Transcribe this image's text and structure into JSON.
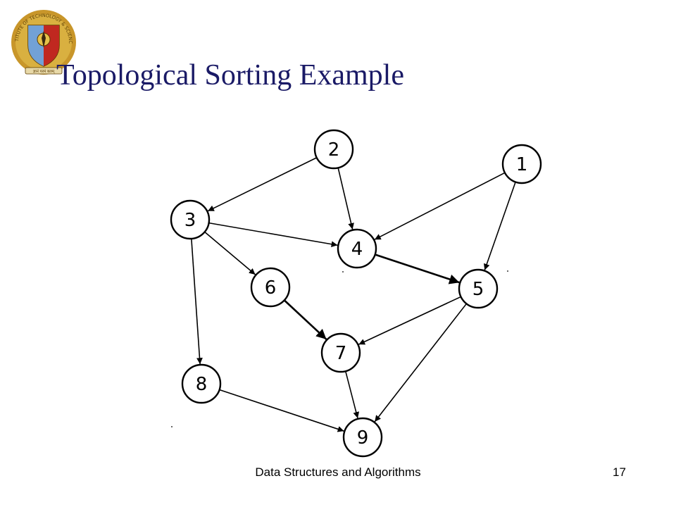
{
  "slide": {
    "title": "Topological Sorting Example",
    "footer": "Data Structures and Algorithms",
    "page_number": "17"
  },
  "logo": {
    "text_top": "BIRLA INSTITUTE OF TECHNOLOGY & SCIENCE, PILANI",
    "motto": "ज्ञानं परमं बलम्"
  },
  "graph": {
    "nodes": [
      {
        "id": "1",
        "label": "1"
      },
      {
        "id": "2",
        "label": "2"
      },
      {
        "id": "3",
        "label": "3"
      },
      {
        "id": "4",
        "label": "4"
      },
      {
        "id": "5",
        "label": "5"
      },
      {
        "id": "6",
        "label": "6"
      },
      {
        "id": "7",
        "label": "7"
      },
      {
        "id": "8",
        "label": "8"
      },
      {
        "id": "9",
        "label": "9"
      }
    ],
    "edges": [
      {
        "from": "2",
        "to": "3"
      },
      {
        "from": "2",
        "to": "4"
      },
      {
        "from": "1",
        "to": "4"
      },
      {
        "from": "1",
        "to": "5"
      },
      {
        "from": "3",
        "to": "4"
      },
      {
        "from": "3",
        "to": "6"
      },
      {
        "from": "3",
        "to": "8"
      },
      {
        "from": "4",
        "to": "5"
      },
      {
        "from": "6",
        "to": "7"
      },
      {
        "from": "5",
        "to": "7"
      },
      {
        "from": "5",
        "to": "9"
      },
      {
        "from": "7",
        "to": "9"
      },
      {
        "from": "8",
        "to": "9"
      }
    ]
  }
}
